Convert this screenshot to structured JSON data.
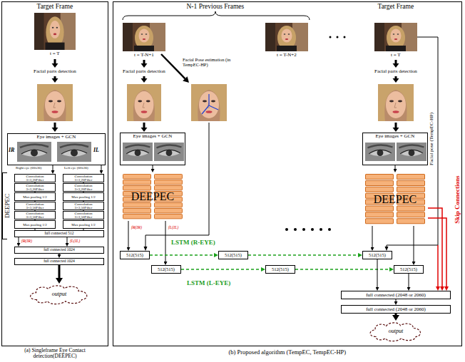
{
  "diagram": {
    "nodes": [
      {
        "text": [
          "Target Frame"
        ]
      },
      {
        "text": [
          "Eye images + GCN",
          "IR",
          "IL"
        ],
        "in": 0
      },
      {
        "text": [
          "DEEPEC"
        ],
        "in": 0
      },
      {
        "text": [
          "Convolution 3×3,20Filter"
        ],
        "in": 2
      },
      {
        "text": [
          "Convolution 3×3,20Filter"
        ],
        "in": 2
      },
      {
        "text": [
          "Max pooling 1/2"
        ],
        "in": 2
      },
      {
        "text": [
          "Convolution 3×3,50Filter"
        ],
        "in": 2
      },
      {
        "text": [
          "Convolution 3×3,50Filter"
        ],
        "in": 2
      },
      {
        "text": [
          "Max pooling 1/2"
        ],
        "in": 2
      },
      {
        "text": [
          "Convolution 3×3,20Filter"
        ],
        "in": 2
      },
      {
        "text": [
          "Convolution 3×3,20Filter"
        ],
        "in": 2
      },
      {
        "text": [
          "Max pooling 1/2"
        ],
        "in": 2
      },
      {
        "text": [
          "Convolution 3×3,50Filter"
        ],
        "in": 2
      },
      {
        "text": [
          "Convolution 3×3,50Filter"
        ],
        "in": 2
      },
      {
        "text": [
          "Max pooling 1/2"
        ],
        "in": 2
      },
      {
        "text": [
          "full connected 512"
        ],
        "in": 2
      },
      {
        "text": [
          "full connected 1024"
        ],
        "in": 0
      },
      {
        "text": [
          "full connected 1024"
        ],
        "in": 0
      },
      {
        "text": [
          "output"
        ],
        "in": 0
      },
      {
        "text": [
          "N-1 Previous Frames",
          "Target Frame"
        ]
      },
      {
        "text": [
          "Eye images + GCN"
        ],
        "in": 19
      },
      {
        "text": [
          "DEEPEC"
        ],
        "in": 19
      },
      {
        "text": [
          "512(515)"
        ],
        "in": 19
      },
      {
        "text": [
          "512(515)"
        ],
        "in": 19
      },
      {
        "text": [
          "512(515)"
        ],
        "in": 19
      },
      {
        "text": [
          "512(515)"
        ],
        "in": 19
      },
      {
        "text": [
          "Eye images + GCN"
        ],
        "in": 19
      },
      {
        "text": [
          "DEEPEC"
        ],
        "in": 19
      },
      {
        "text": [
          "512(515)"
        ],
        "in": 19
      },
      {
        "text": [
          "512(515)"
        ],
        "in": 19
      },
      {
        "text": [
          "full connected (2048 or 2060)"
        ],
        "in": 19
      },
      {
        "text": [
          "full connected (2048 or 2060)"
        ],
        "in": 19
      },
      {
        "text": [
          "output"
        ],
        "in": 19
      }
    ],
    "edges": [
      {
        "from": 1,
        "to": 3,
        "arrow": "to"
      },
      {
        "from": 1,
        "to": 9,
        "arrow": "to"
      },
      {
        "from": 3,
        "to": 4,
        "arrow": "none"
      },
      {
        "from": 4,
        "to": 5,
        "arrow": "none"
      },
      {
        "from": 5,
        "to": 6,
        "arrow": "none"
      },
      {
        "from": 6,
        "to": 7,
        "arrow": "none"
      },
      {
        "from": 7,
        "to": 8,
        "arrow": "none"
      },
      {
        "from": 8,
        "to": 15,
        "arrow": "none"
      },
      {
        "from": 9,
        "to": 10,
        "arrow": "none"
      },
      {
        "from": 10,
        "to": 11,
        "arrow": "none"
      },
      {
        "from": 11,
        "to": 12,
        "arrow": "none"
      },
      {
        "from": 12,
        "to": 13,
        "arrow": "none"
      },
      {
        "from": 13,
        "to": 14,
        "arrow": "none"
      },
      {
        "from": 14,
        "to": 15,
        "arrow": "none"
      },
      {
        "from": 15,
        "to": 16,
        "arrow": "to"
      },
      {
        "from": 15,
        "to": 16,
        "arrow": "to"
      },
      {
        "from": 16,
        "to": 17,
        "arrow": "to"
      },
      {
        "from": 17,
        "to": 18,
        "arrow": "to"
      },
      {
        "from": 20,
        "to": 21,
        "arrow": "to"
      },
      {
        "from": 21,
        "to": 22,
        "arrow": "to"
      },
      {
        "from": 21,
        "to": 23,
        "arrow": "to"
      },
      {
        "from": 22,
        "to": 24,
        "arrow": "to"
      },
      {
        "from": 24,
        "to": 28,
        "arrow": "to"
      },
      {
        "from": 23,
        "to": 25,
        "arrow": "to"
      },
      {
        "from": 25,
        "to": 29,
        "arrow": "to"
      },
      {
        "from": 26,
        "to": 27,
        "arrow": "to"
      },
      {
        "from": 27,
        "to": 28,
        "arrow": "to"
      },
      {
        "from": 27,
        "to": 29,
        "arrow": "to"
      },
      {
        "from": 27,
        "to": 30,
        "arrow": "to"
      },
      {
        "from": 27,
        "to": 30,
        "arrow": "to"
      },
      {
        "from": 28,
        "to": 30,
        "arrow": "to"
      },
      {
        "from": 29,
        "to": 30,
        "arrow": "to"
      },
      {
        "from": 30,
        "to": 31,
        "arrow": "to"
      },
      {
        "from": 31,
        "to": 32,
        "arrow": "to"
      }
    ],
    "labels": [
      "t = T",
      "Facial parts detection",
      "Right eye (60x36)",
      "Left eye (60x36)",
      "fR(IR)",
      "fL(IL)",
      "(a) Singleframe Eye Contact detection(DEEPEC)",
      "t = T-N+1",
      "t = T-N+2",
      "t = T",
      "Facial parts detection",
      "Facial Pose estimation (in TempEC-HP)",
      "Facial parts detection",
      "fR(IR)",
      "fL(IL)",
      "LSTM (R-EYE)",
      "LSTM (L-EYE)",
      "Facial pose (TempEC-HP)",
      "Skip Connections",
      "(b) Proposed algorithm (TempEC, TempEC-HP)"
    ]
  }
}
